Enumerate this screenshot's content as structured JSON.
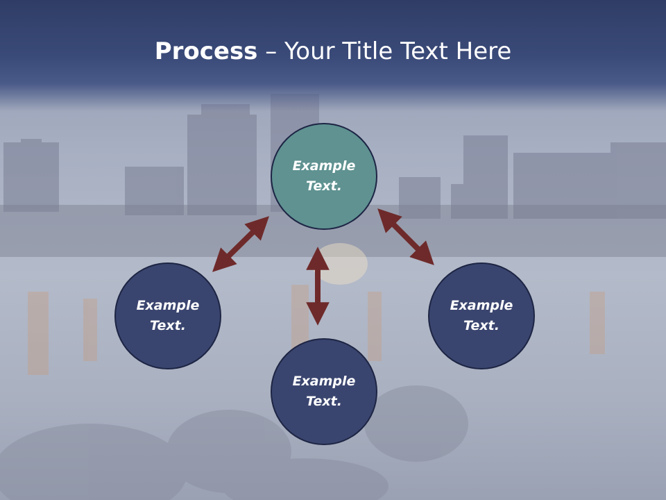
{
  "title": {
    "bold": "Process",
    "rest": " – Your Title Text Here"
  },
  "nodes": {
    "top": "Example Text.",
    "left": "Example Text.",
    "right": "Example Text.",
    "bottom": "Example Text."
  },
  "colors": {
    "title_bar": "#3a4a78",
    "node_dark": "#3a456f",
    "node_teal": "#5f9291",
    "arrow": "#6e2a2a"
  }
}
